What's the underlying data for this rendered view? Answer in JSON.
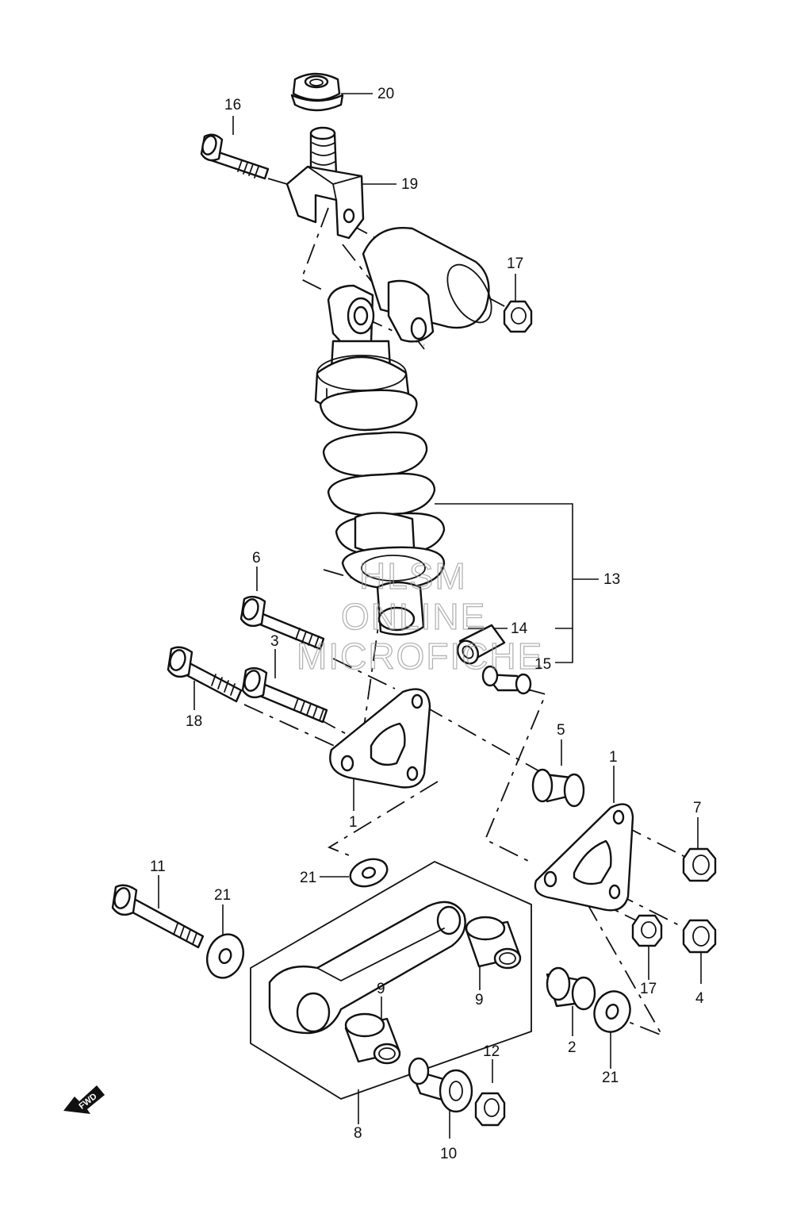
{
  "callouts": {
    "c1a": "1",
    "c1b": "1",
    "c2": "2",
    "c3": "3",
    "c4": "4",
    "c5": "5",
    "c6": "6",
    "c7": "7",
    "c8": "8",
    "c9a": "9",
    "c9b": "9",
    "c10": "10",
    "c11": "11",
    "c12": "12",
    "c13": "13",
    "c14": "14",
    "c15": "15",
    "c16": "16",
    "c17a": "17",
    "c17b": "17",
    "c18": "18",
    "c19": "19",
    "c20": "20",
    "c21a": "21",
    "c21b": "21",
    "c21c": "21"
  },
  "watermark": {
    "line1": "HLSM",
    "line2": "ONLINE",
    "line3": "MICROFICHE"
  },
  "fwd_label": "FWD"
}
